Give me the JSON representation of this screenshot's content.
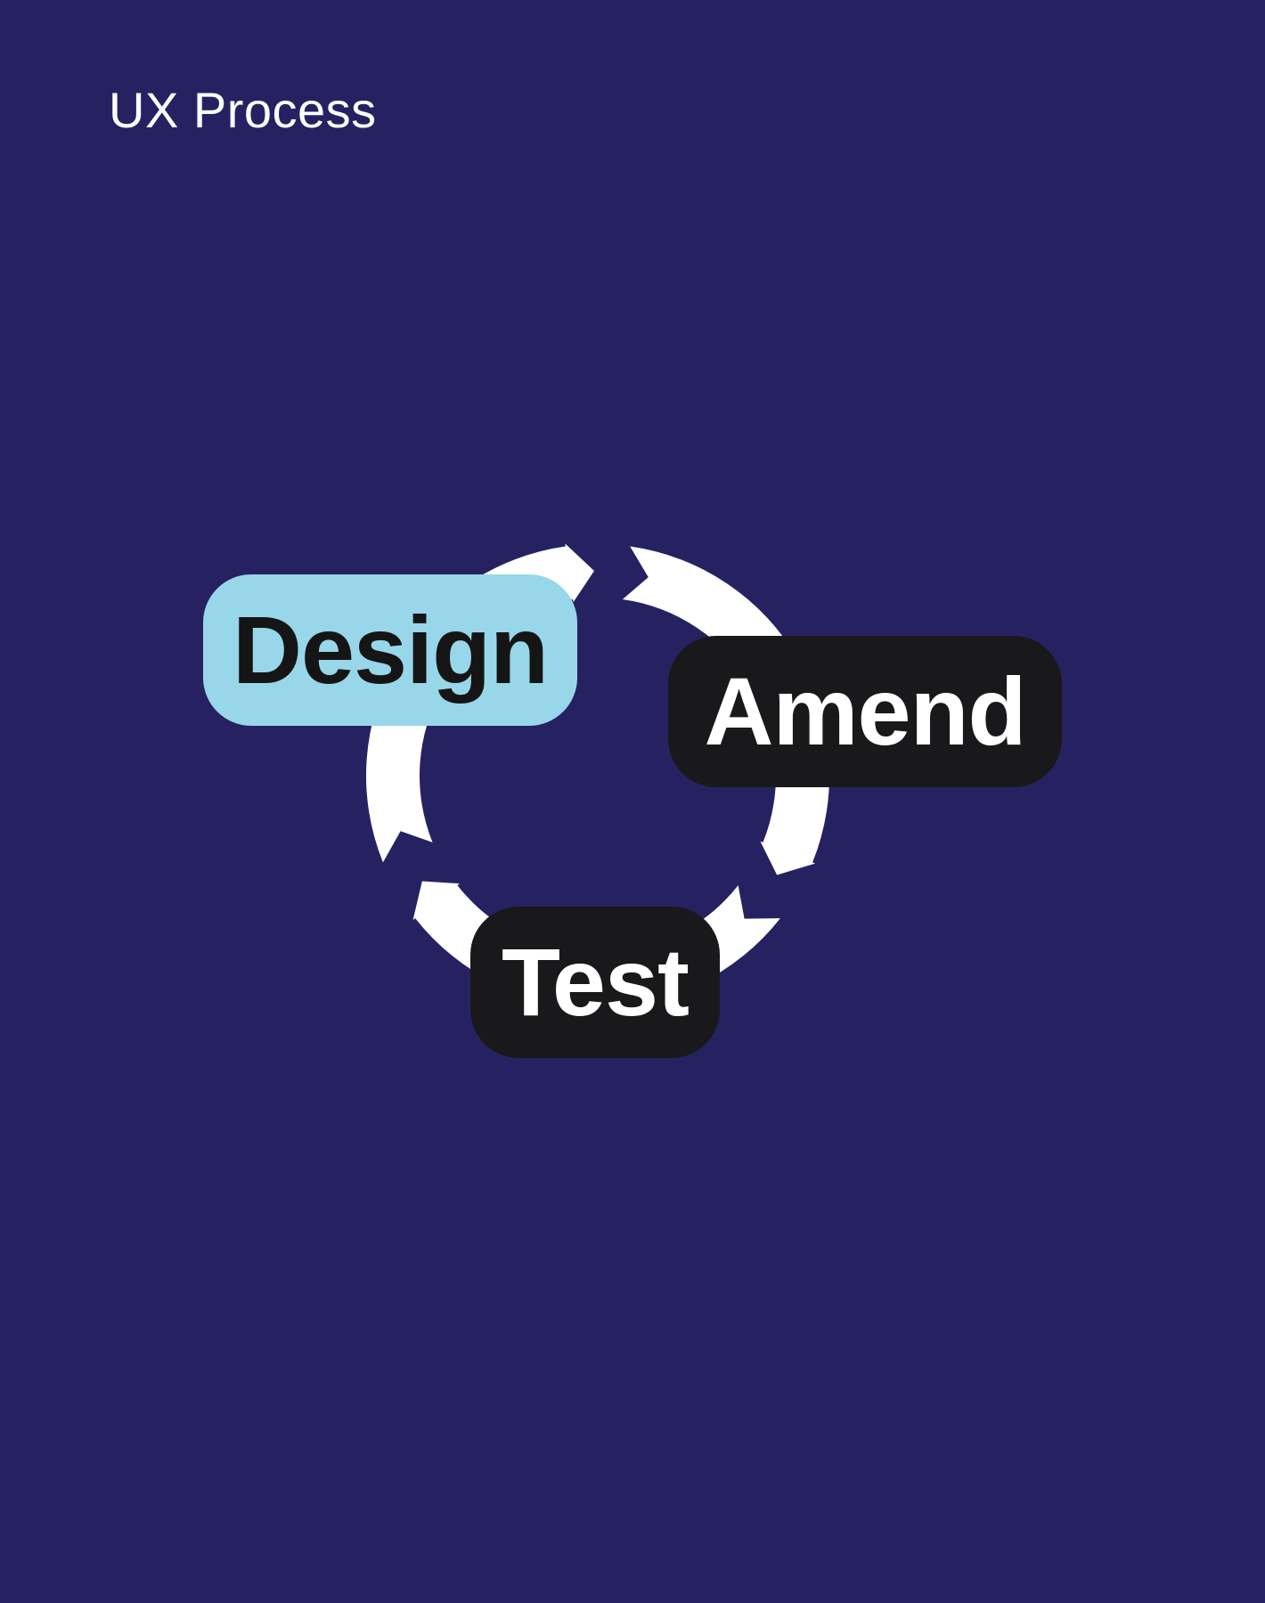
{
  "page": {
    "title": "UX Process",
    "background_color": "#262262"
  },
  "cycle": {
    "ring_color": "#ffffff",
    "arrow_count": 3,
    "steps": [
      {
        "id": "design",
        "label": "Design",
        "fill": "#98D6E9",
        "text_color": "#151515",
        "active": true
      },
      {
        "id": "amend",
        "label": "Amend",
        "fill": "#19191B",
        "text_color": "#ffffff",
        "active": false
      },
      {
        "id": "test",
        "label": "Test",
        "fill": "#19191B",
        "text_color": "#ffffff",
        "active": false
      }
    ]
  }
}
